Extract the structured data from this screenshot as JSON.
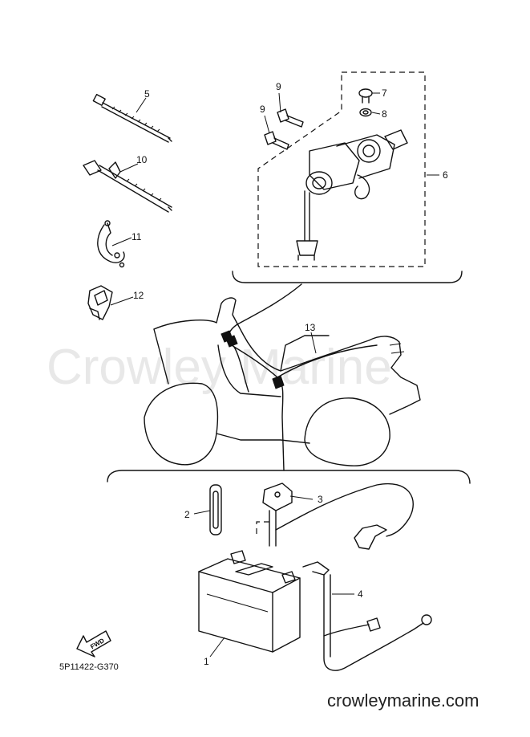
{
  "diagram": {
    "part_code": "5P11422-G370",
    "watermark": "Crowley Marine",
    "site": "crowleymarine.com",
    "fwd_label": "FWD",
    "callouts": [
      {
        "id": "1",
        "text": "1"
      },
      {
        "id": "2",
        "text": "2"
      },
      {
        "id": "3",
        "text": "3"
      },
      {
        "id": "4",
        "text": "4"
      },
      {
        "id": "5",
        "text": "5"
      },
      {
        "id": "6",
        "text": "6"
      },
      {
        "id": "7",
        "text": "7"
      },
      {
        "id": "8",
        "text": "8"
      },
      {
        "id": "9a",
        "text": "9"
      },
      {
        "id": "9b",
        "text": "9"
      },
      {
        "id": "10",
        "text": "10"
      },
      {
        "id": "11",
        "text": "11"
      },
      {
        "id": "12",
        "text": "12"
      },
      {
        "id": "13",
        "text": "13"
      }
    ]
  }
}
